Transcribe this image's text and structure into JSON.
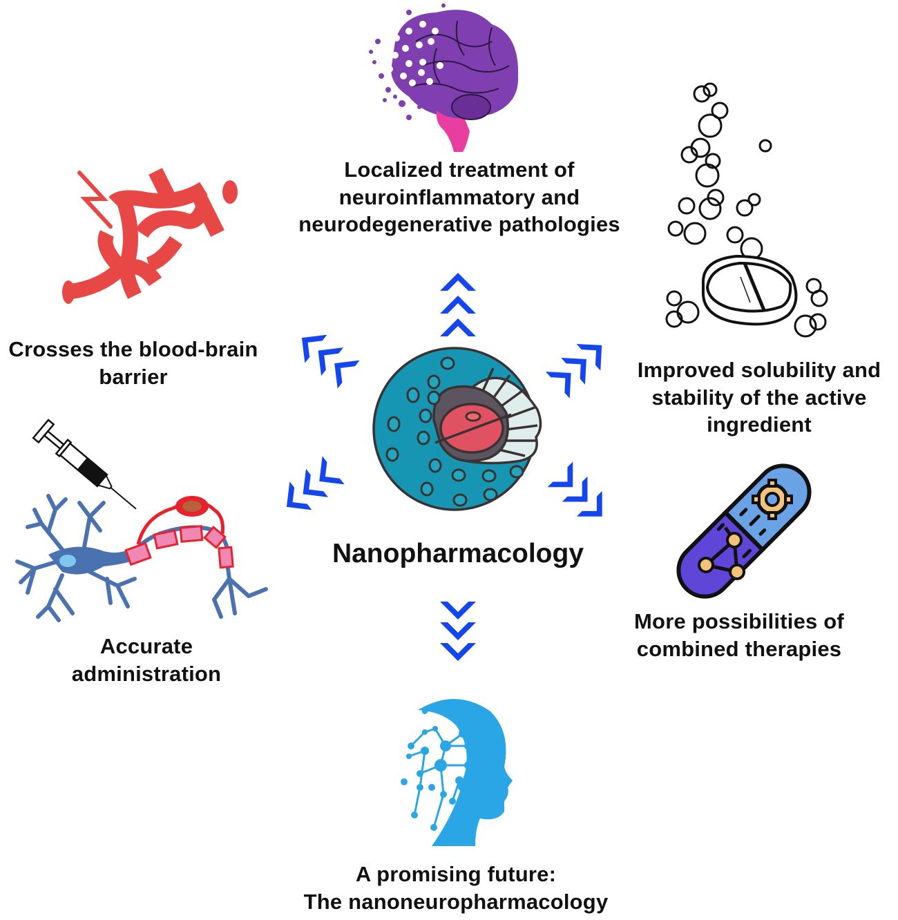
{
  "diagram": {
    "center": {
      "title": "Nanopharmacology",
      "icon": "nanoparticle-icon"
    },
    "benefits": [
      {
        "id": "top",
        "label": "Localized treatment of\nneuroinflammatory and\nneurodegenerative pathologies",
        "icon": "brain-icon",
        "arrow_direction": "up"
      },
      {
        "id": "upper-left",
        "label": "Crosses the blood-brain\nbarrier",
        "icon": "blood-vessels-icon",
        "arrow_direction": "up-left"
      },
      {
        "id": "upper-right",
        "label": "Improved solubility and\nstability of the active\ningredient",
        "icon": "effervescent-tablet-icon",
        "arrow_direction": "up-right"
      },
      {
        "id": "lower-left",
        "label": "Accurate\nadministration",
        "icon": "syringe-neuron-icon",
        "arrow_direction": "down-left"
      },
      {
        "id": "lower-right",
        "label": "More possibilities of\ncombined therapies",
        "icon": "capsule-network-icon",
        "arrow_direction": "down-right"
      },
      {
        "id": "bottom",
        "label": "A promising future:\nThe nanoneuropharmacology",
        "icon": "ai-head-icon",
        "arrow_direction": "down"
      }
    ],
    "colors": {
      "arrow": "#1446f0",
      "nanoparticle_shell": "#1796b4",
      "nanoparticle_core": "#e05262",
      "brain": "#7f3fb0",
      "vessel": "#e84845",
      "neuron": "#4a72b0",
      "capsule_top": "#6aa2e6",
      "capsule_bottom": "#6046d8",
      "head": "#2aa6e6"
    }
  }
}
